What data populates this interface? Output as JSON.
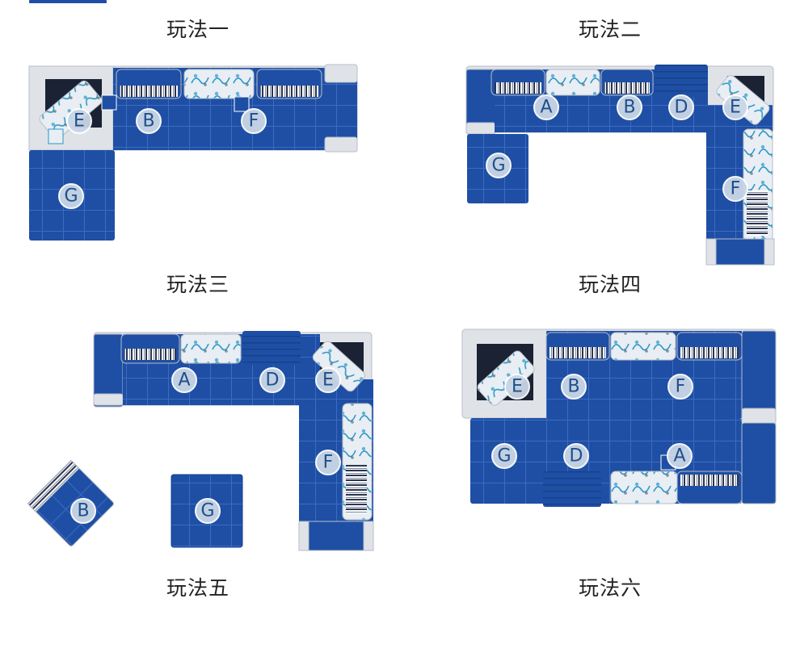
{
  "colors": {
    "fabric": "#1e4fa5",
    "fabric_dark": "#16408c",
    "seam": "#3c6cc0",
    "frame": "#dfe3e8",
    "frame_edge": "#b8bec7",
    "recess": "#1a2233",
    "badge_fill": "#c9d6e6",
    "badge_stroke": "#ffffff",
    "badge_text": "#1f4f8a",
    "stripe_a": "#ffffff",
    "stripe_b": "#2a3550",
    "floral_bg": "#e8eef3",
    "floral_ink": "#2b97c9"
  },
  "layouts": [
    {
      "title": "玩法一",
      "badges": [
        {
          "label": "E"
        },
        {
          "label": "B"
        },
        {
          "label": "F"
        },
        {
          "label": "G"
        }
      ]
    },
    {
      "title": "玩法二",
      "badges": [
        {
          "label": "A"
        },
        {
          "label": "B"
        },
        {
          "label": "D"
        },
        {
          "label": "E"
        },
        {
          "label": "G"
        },
        {
          "label": "F"
        }
      ]
    },
    {
      "title": "玩法三",
      "badges": [
        {
          "label": "A"
        },
        {
          "label": "D"
        },
        {
          "label": "E"
        },
        {
          "label": "F"
        },
        {
          "label": "B"
        },
        {
          "label": "G"
        }
      ]
    },
    {
      "title": "玩法四",
      "badges": [
        {
          "label": "E"
        },
        {
          "label": "B"
        },
        {
          "label": "F"
        },
        {
          "label": "G"
        },
        {
          "label": "D"
        },
        {
          "label": "A"
        }
      ]
    },
    {
      "title": "玩法五",
      "badges": []
    },
    {
      "title": "玩法六",
      "badges": []
    }
  ]
}
